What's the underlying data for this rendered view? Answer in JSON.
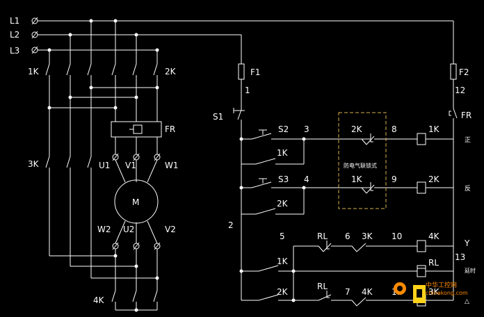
{
  "lines": {
    "l1": "L1",
    "l2": "L2",
    "l3": "L3"
  },
  "power": {
    "k1": "1K",
    "k2": "2K",
    "k3": "3K",
    "k4": "4K",
    "fr": "FR",
    "u1": "U1",
    "v1": "V1",
    "w1": "W1",
    "u2": "U2",
    "v2": "V2",
    "w2": "W2",
    "motor": "M"
  },
  "control": {
    "f1": "F1",
    "f2": "F2",
    "n1": "1",
    "n12": "12",
    "s1": "S1",
    "fr": "FR",
    "s2": "S2",
    "s3": "S3",
    "n3": "3",
    "n4": "4",
    "n8": "8",
    "n9": "9",
    "k1_hold": "1K",
    "k2_hold": "2K",
    "n2": "2",
    "n5": "5",
    "interlock_box": "防电气联锁式",
    "il_2k": "2K",
    "il_1k": "1K",
    "coil_1k": "1K",
    "coil_2k": "2K",
    "forward": "正",
    "reverse": "反",
    "rl1": "RL",
    "n6": "6",
    "k3_contact": "3K",
    "n10": "10",
    "coil_4k": "4K",
    "star": "Y",
    "n13": "13",
    "k1_aux": "1K",
    "timer": "RL",
    "timer_mark": "延时",
    "k2_aux": "2K",
    "rl2": "RL",
    "n7": "7",
    "k4_contact": "4K",
    "n11": "11",
    "coil_3k": "3K",
    "delta": "△"
  },
  "watermark": {
    "text": "中华工控网",
    "sub": "chinakong.com"
  }
}
